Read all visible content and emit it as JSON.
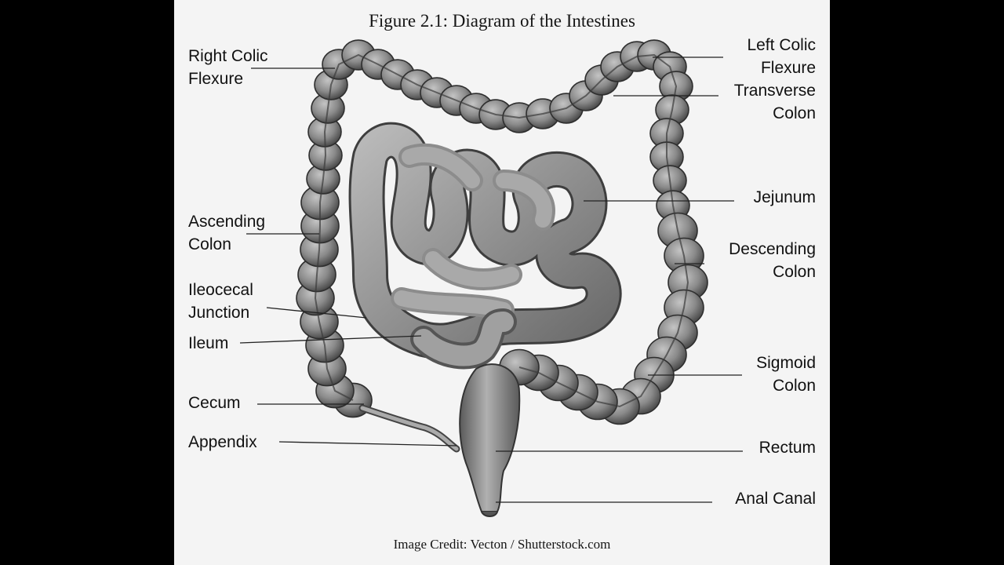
{
  "figure": {
    "title": "Figure 2.1: Diagram of the Intestines",
    "credit": "Image Credit: Vecton / Shutterstock.com"
  },
  "labels": {
    "right_colic_flexure": [
      "Right Colic",
      "Flexure"
    ],
    "left_colic_flexure": [
      "Left Colic",
      "Flexure"
    ],
    "transverse_colon": [
      "Transverse",
      "Colon"
    ],
    "jejunum": [
      "Jejunum"
    ],
    "ascending_colon": [
      "Ascending",
      "Colon"
    ],
    "descending_colon": [
      "Descending",
      "Colon"
    ],
    "ileocecal_junction": [
      "Ileocecal",
      "Junction"
    ],
    "ileum": [
      "Ileum"
    ],
    "sigmoid_colon": [
      "Sigmoid",
      "Colon"
    ],
    "cecum": [
      "Cecum"
    ],
    "appendix": [
      "Appendix"
    ],
    "rectum": [
      "Rectum"
    ],
    "anal_canal": [
      "Anal Canal"
    ]
  },
  "colors": {
    "page": "#f4f4f4",
    "background": "#000000",
    "tissue_dark": "#4a4a4a",
    "tissue_light": "#bdbdbd",
    "leader_line": "#222222"
  }
}
